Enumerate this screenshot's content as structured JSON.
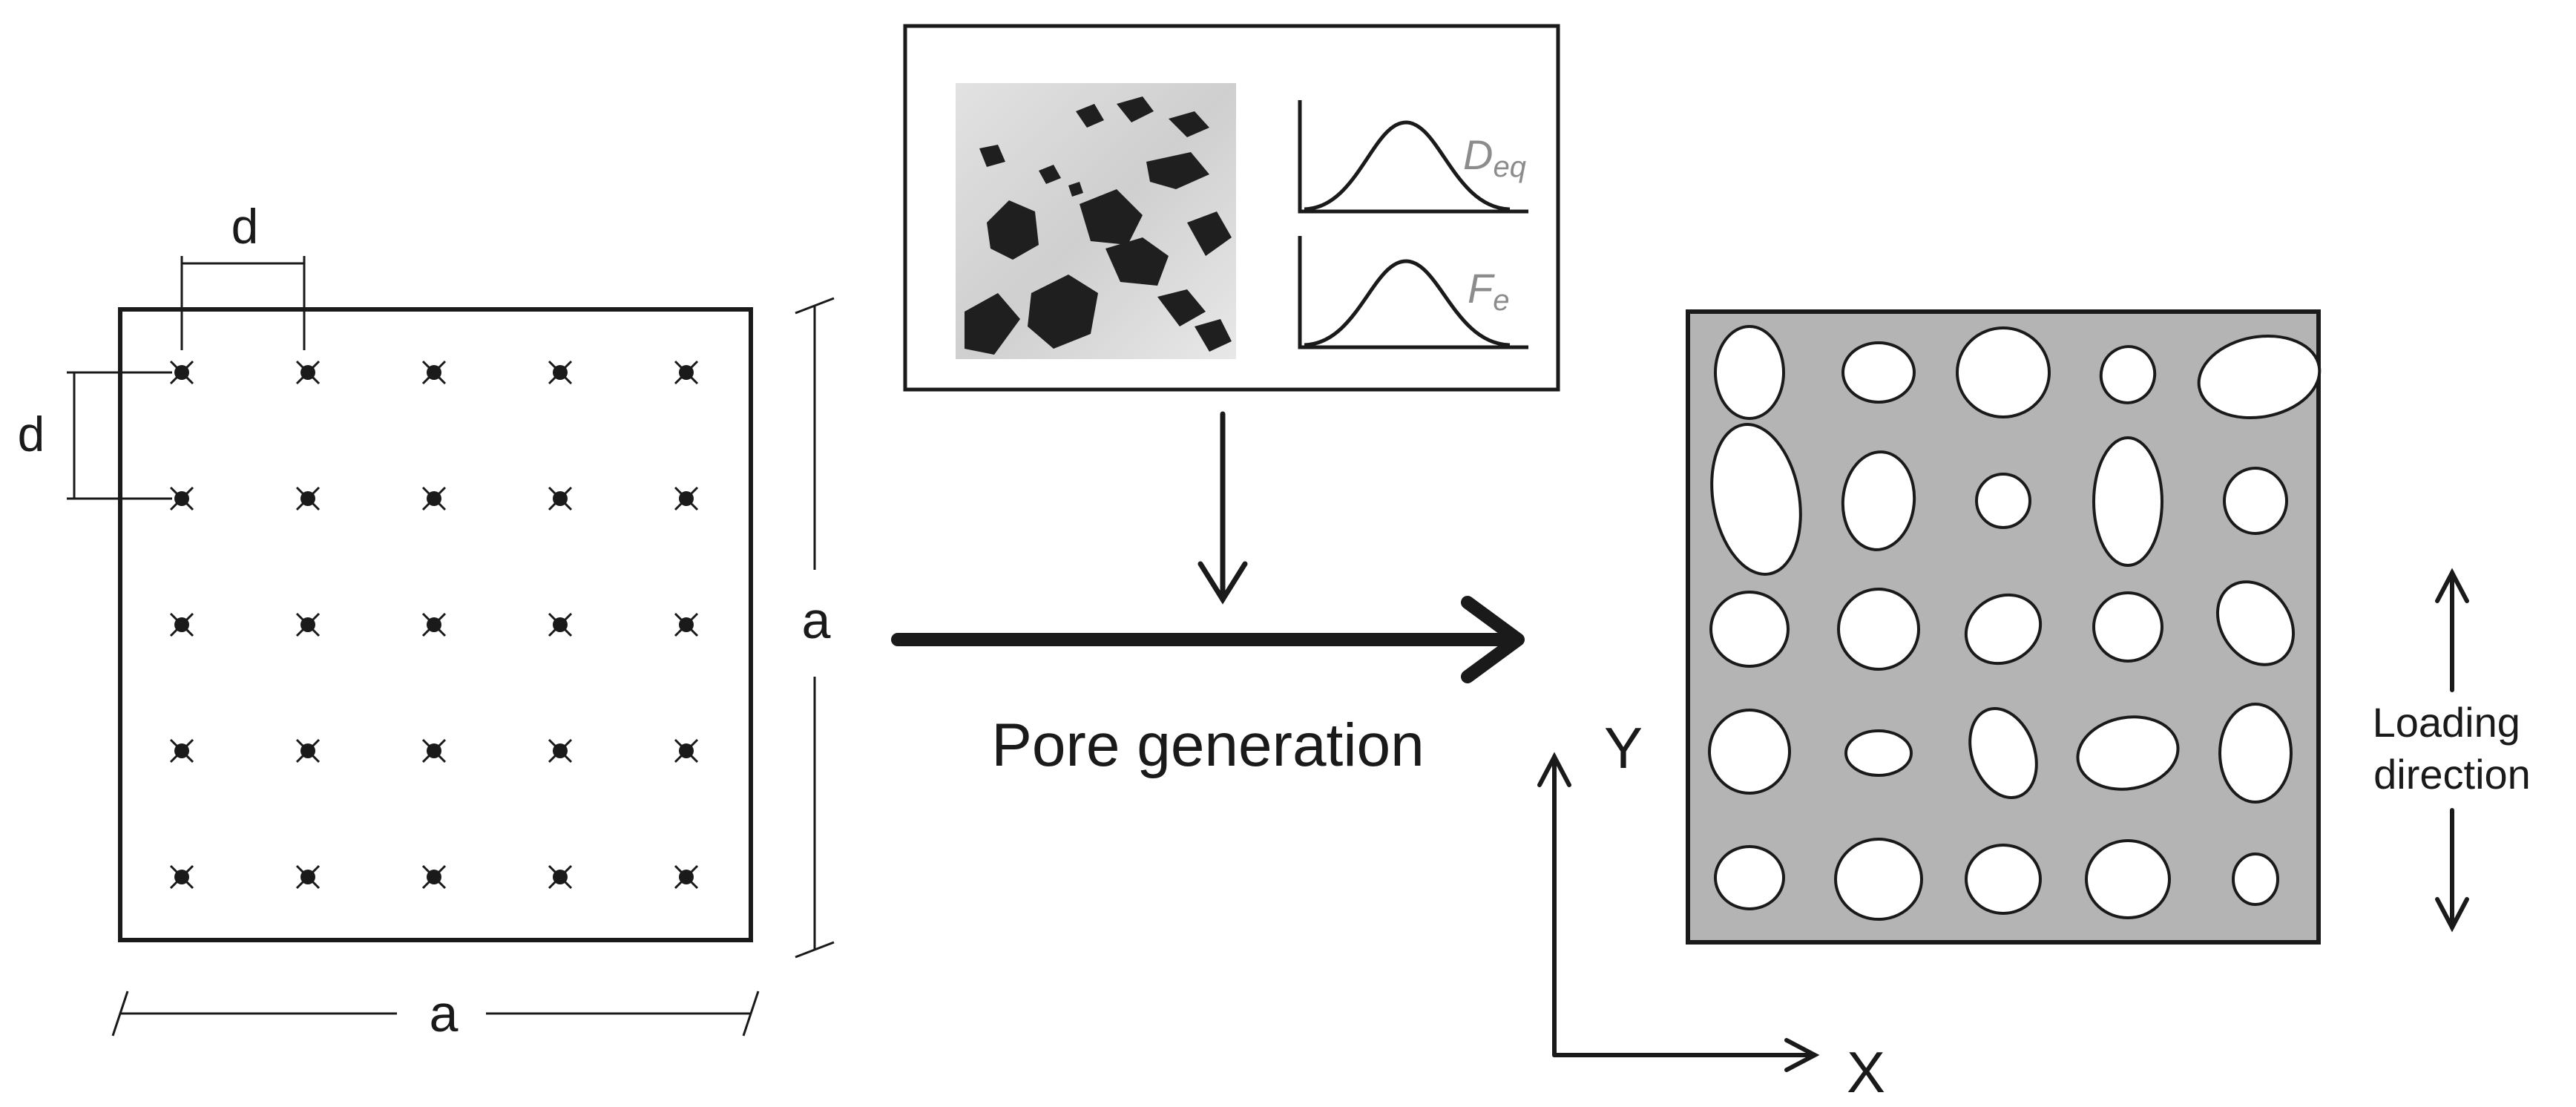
{
  "labels": {
    "spacing": "d",
    "side": "a",
    "pore_generation": "Pore generation",
    "distribution_1": "D",
    "distribution_1_sub": "eq",
    "distribution_2": "F",
    "distribution_2_sub": "e",
    "axis_y": "Y",
    "axis_x": "X",
    "loading_line1": "Loading",
    "loading_line2": "direction"
  },
  "grid": {
    "rows": 5,
    "cols": 5
  },
  "colors": {
    "ink": "#1a1a1a",
    "dist_label": "#8c8c8c",
    "matrix": "#b4b4b4",
    "pore": "#ffffff",
    "micrograph_bg": "#d9d9d9",
    "micrograph_particle": "#1f1f1f"
  }
}
